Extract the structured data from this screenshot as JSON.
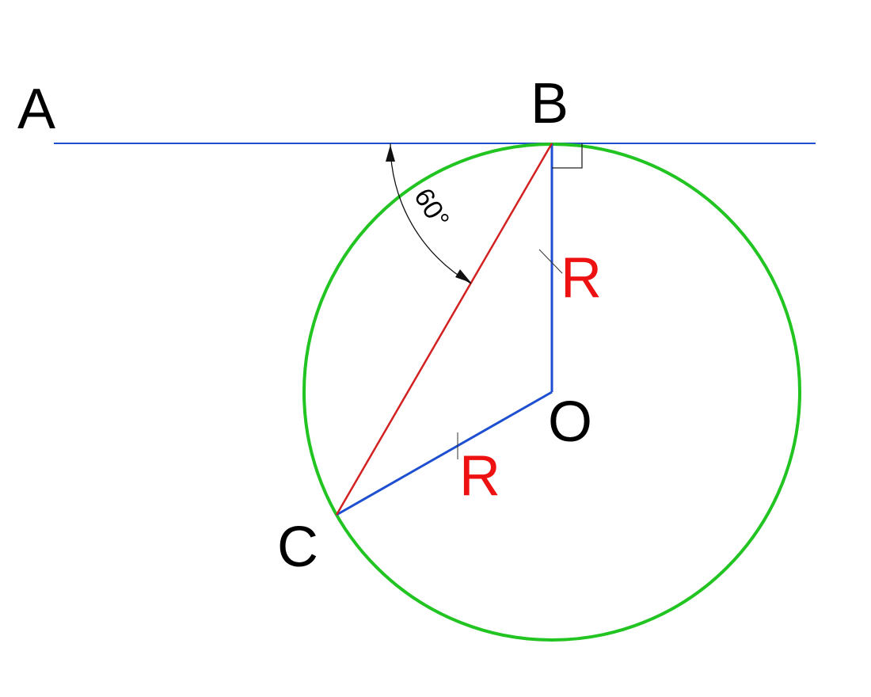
{
  "points": {
    "A": "A",
    "B": "B",
    "C": "C",
    "O": "O"
  },
  "radius_labels": {
    "ob": "R",
    "oc": "R"
  },
  "angle": {
    "label": "60°",
    "degrees": 60
  },
  "colors": {
    "tangent_line": "#1f4fd1",
    "radius": "#1f4fd1",
    "chord": "#d42020",
    "circle": "#22c422",
    "radius_label": "#ee1111",
    "point_label": "#000000"
  }
}
